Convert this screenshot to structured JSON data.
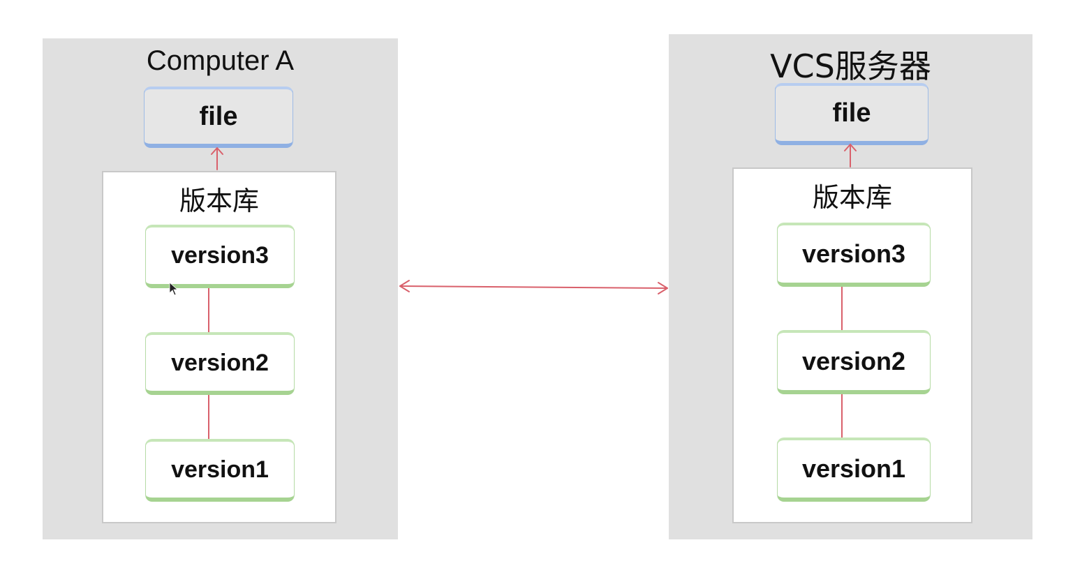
{
  "left": {
    "title": "Computer A",
    "file_label": "file",
    "repo_title": "版本库",
    "versions": [
      "version3",
      "version2",
      "version1"
    ]
  },
  "right": {
    "title": "VCS服务器",
    "file_label": "file",
    "repo_title": "版本库",
    "versions": [
      "version3",
      "version2",
      "version1"
    ]
  },
  "colors": {
    "panel_bg": "#e0e0e0",
    "file_accent": "#8fb0e3",
    "version_accent": "#a6d391",
    "connector": "#d9606b"
  }
}
